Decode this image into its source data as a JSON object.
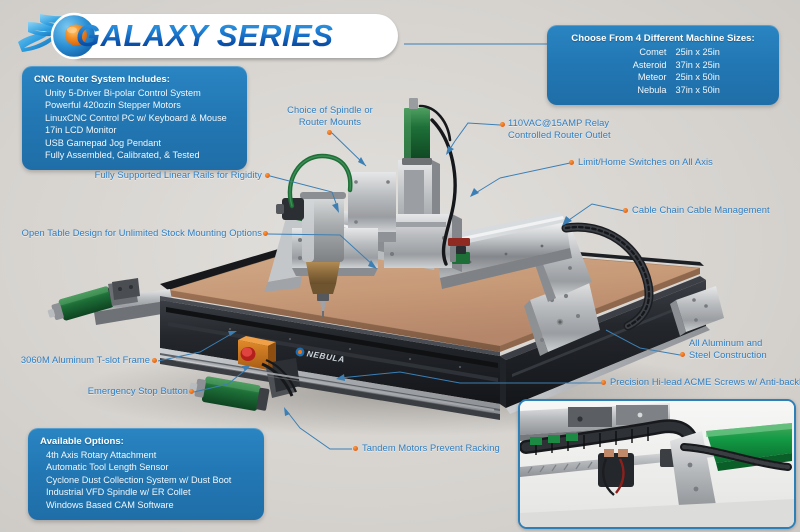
{
  "logo": {
    "text": "GALAXY SERIES",
    "flame_icon": "flame-icon",
    "orb_icon": "orb-icon"
  },
  "includes_panel": {
    "title": "CNC Router System Includes:",
    "items": [
      "Unity 5-Driver Bi-polar Control System",
      "Powerful 420ozin Stepper Motors",
      "LinuxCNC Control PC w/ Keyboard & Mouse",
      "17in LCD Monitor",
      "USB Gamepad Jog Pendant",
      "Fully Assembled, Calibrated, & Tested"
    ]
  },
  "sizes_panel": {
    "title": "Choose From 4 Different Machine Sizes:",
    "rows": [
      {
        "name": "Comet",
        "size": "25in x 25in"
      },
      {
        "name": "Asteroid",
        "size": "37in x 25in"
      },
      {
        "name": "Meteor",
        "size": "25in x 50in"
      },
      {
        "name": "Nebula",
        "size": "37in x 50in"
      }
    ]
  },
  "options_panel": {
    "title": "Available Options:",
    "items": [
      "4th Axis Rotary Attachment",
      "Automatic Tool Length Sensor",
      "Cyclone Dust Collection System w/ Dust Boot",
      "Industrial VFD Spindle w/ ER Collet",
      "Windows Based CAM Software"
    ]
  },
  "callouts": [
    {
      "id": "spindle-mounts",
      "line1": "Choice of Spindle or",
      "line2": "Router Mounts"
    },
    {
      "id": "relay-outlet",
      "line1": "110VAC@15AMP Relay",
      "line2": "Controlled Router Outlet"
    },
    {
      "id": "limit-switches",
      "line1": "Limit/Home Switches on All Axis",
      "line2": ""
    },
    {
      "id": "cable-chain",
      "line1": "Cable Chain Cable Management",
      "line2": ""
    },
    {
      "id": "linear-rails",
      "line1": "Fully Supported Linear Rails for Rigidity",
      "line2": ""
    },
    {
      "id": "open-table",
      "line1": "Open Table Design for Unlimited Stock Mounting Options",
      "line2": ""
    },
    {
      "id": "tslot-frame",
      "line1": "3060M Aluminum T-slot Frame",
      "line2": ""
    },
    {
      "id": "estop",
      "line1": "Emergency Stop Button",
      "line2": ""
    },
    {
      "id": "construction",
      "line1": "All Aluminum and",
      "line2": "Steel Construction"
    },
    {
      "id": "acme-screws",
      "line1": "Precision Hi-lead ACME Screws w/ Anti-backlash Nuts",
      "line2": ""
    },
    {
      "id": "tandem-motors",
      "line1": "Tandem Motors Prevent Racking",
      "line2": ""
    }
  ],
  "machine": {
    "brand_decal": "NEBULA"
  },
  "colors": {
    "accent_blue": "#2e7fc4",
    "panel_blue": "#2278b4",
    "callout_dot": "#e0641b",
    "background": "#cdcac6",
    "table_mdf": "#c59a77",
    "frame_black": "#1d1f22",
    "motor_green": "#1d6b36"
  }
}
